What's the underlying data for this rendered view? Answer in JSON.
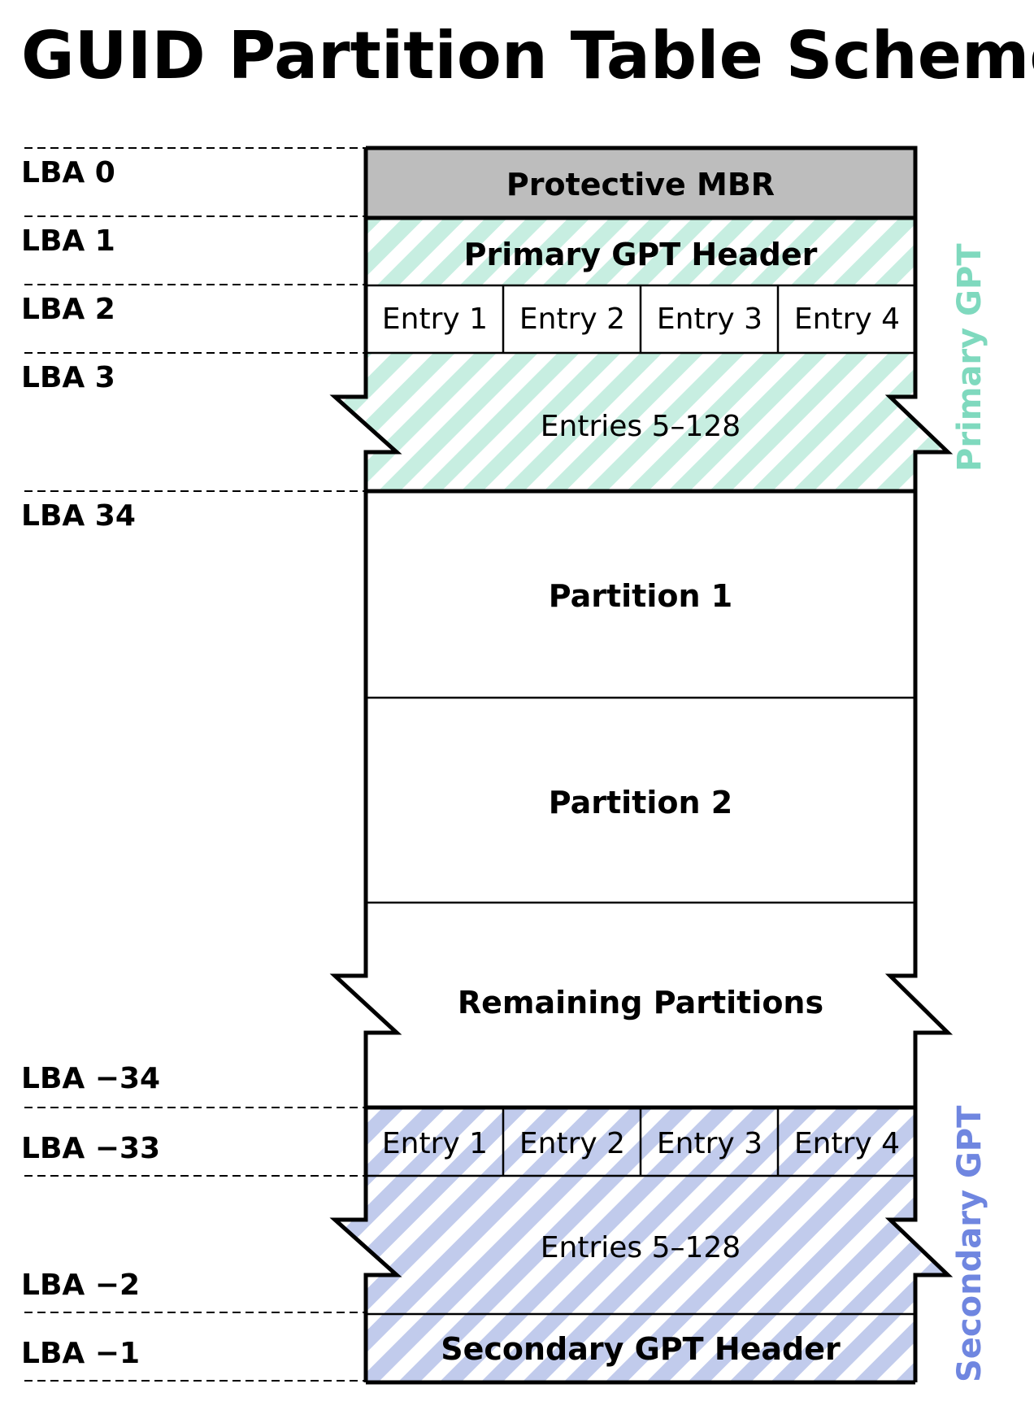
{
  "title": "GUID Partition Table Scheme",
  "colors": {
    "primary_gpt": "#7fd9be",
    "primary_gpt_fill": "#c7eee1",
    "secondary_gpt": "#6f86e0",
    "secondary_gpt_fill": "#c1cbec",
    "protective_mbr_fill": "#bdbdbd",
    "outline": "#000000"
  },
  "lba_labels": {
    "lba0": "LBA 0",
    "lba1": "LBA 1",
    "lba2": "LBA 2",
    "lba3": "LBA 3",
    "lba34": "LBA 34",
    "lba_neg34": "LBA −34",
    "lba_neg33": "LBA −33",
    "lba_neg2": "LBA −2",
    "lba_neg1": "LBA −1"
  },
  "blocks": {
    "protective_mbr": "Protective MBR",
    "primary_header": "Primary GPT Header",
    "primary_entries": [
      "Entry 1",
      "Entry 2",
      "Entry 3",
      "Entry 4"
    ],
    "primary_entries_rest": "Entries 5–128",
    "partition_1": "Partition 1",
    "partition_2": "Partition 2",
    "remaining_partitions": "Remaining Partitions",
    "secondary_entries": [
      "Entry 1",
      "Entry 2",
      "Entry 3",
      "Entry 4"
    ],
    "secondary_entries_rest": "Entries 5–128",
    "secondary_header": "Secondary GPT Header"
  },
  "side_labels": {
    "primary": "Primary GPT",
    "secondary": "Secondary GPT"
  }
}
